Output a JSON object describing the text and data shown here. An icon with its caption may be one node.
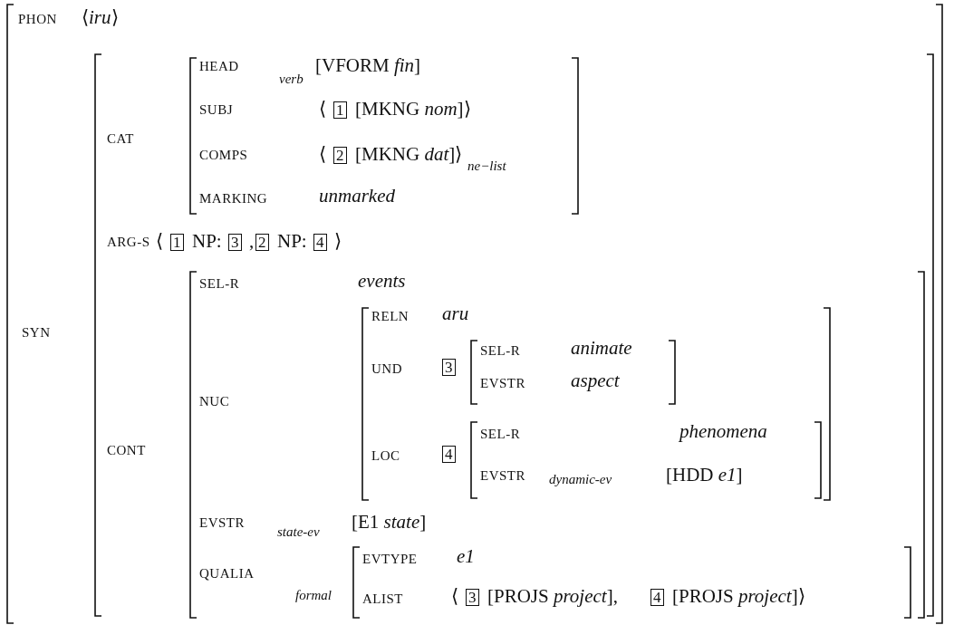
{
  "diagram": {
    "labels": [
      "PHON",
      "⟨*iru*⟩",
      "SYN",
      "CAT",
      "HEAD",
      "verb",
      "[VFORM *fin*]",
      "SUBJ",
      "⟨",
      "1",
      "[MKNG *nom*]⟩",
      "COMPS",
      "⟨",
      "2",
      "[MKNG *dat*]⟩",
      "ne−list",
      "MARKING",
      "unmarked",
      "ARG-S",
      "⟨",
      "1",
      "NP:",
      "3",
      ",",
      "2",
      "NP:",
      "4",
      "⟩",
      "CONT",
      "SEL-R",
      "events",
      "NUC",
      "RELN",
      "aru",
      "UND",
      "3",
      "SEL-R",
      "animate",
      "EVSTR",
      "aspect",
      "LOC",
      "4",
      "SEL-R",
      "phenomena",
      "EVSTR",
      "dynamic-ev",
      "[HDD *e1*]",
      "EVSTR",
      "state-ev",
      "[E1 *state*]",
      "QUALIA",
      "formal",
      "EVTYPE",
      "e1",
      "ALIST",
      "⟨",
      "3",
      "[PROJS *project*],",
      "4",
      "[PROJS *project*]⟩"
    ]
  }
}
